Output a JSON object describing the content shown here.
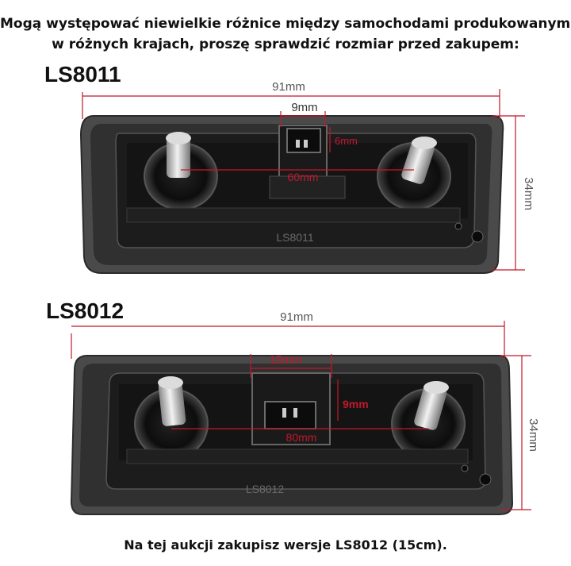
{
  "header": {
    "line1": "Mogą występować niewielkie różnice między samochodami produkowanymi",
    "line2": "w różnych krajach, proszę sprawdzić rozmiar przed zakupem:"
  },
  "products": [
    {
      "model": "LS8011",
      "embossed": "LS8011",
      "dims": {
        "width": "91mm",
        "connector": "9mm",
        "connector_h": "6mm",
        "spacing": "60mm",
        "height": "34mm"
      }
    },
    {
      "model": "LS8012",
      "embossed": "LS8012",
      "dims": {
        "width": "91mm",
        "connector": "15mm",
        "connector_h": "9mm",
        "spacing": "80mm",
        "height": "34mm"
      }
    }
  ],
  "footer": "Na tej aukcji zakupisz wersje LS8012  (15cm).",
  "colors": {
    "dimension": "#c2182b",
    "plastic": "#2a2a2a",
    "rim": "#3b3b3b"
  }
}
